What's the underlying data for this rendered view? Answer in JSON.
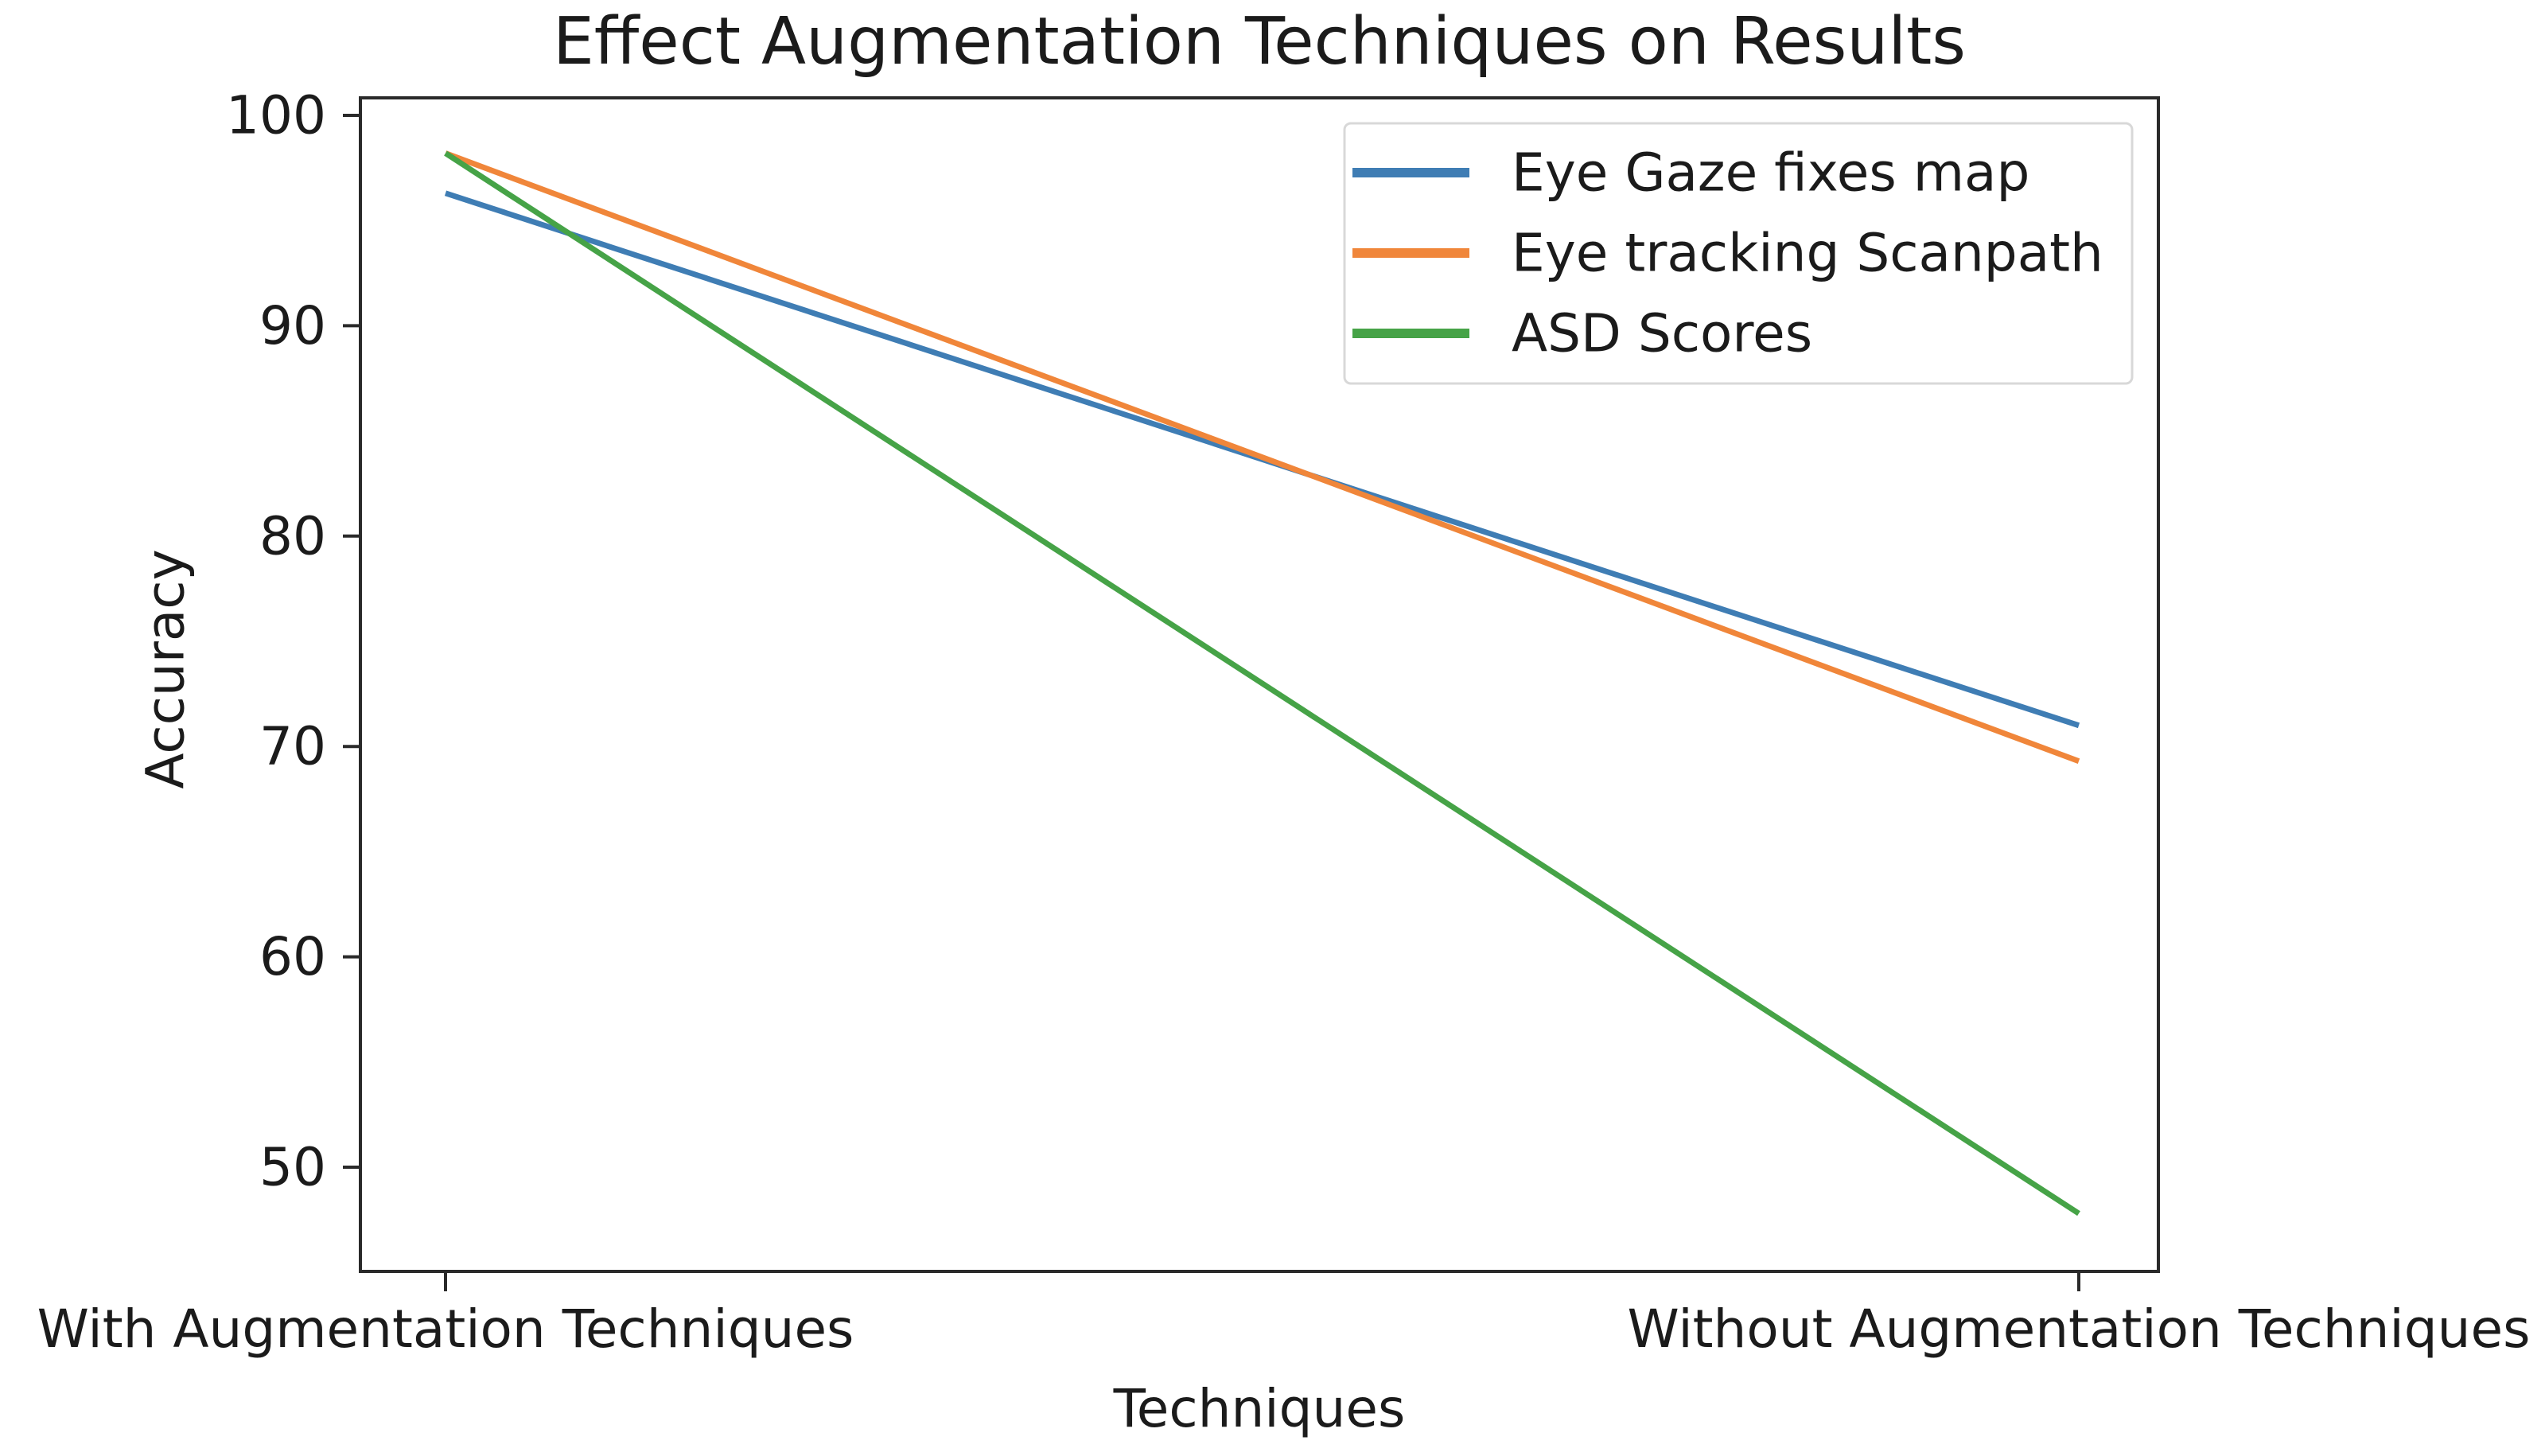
{
  "chart_data": {
    "type": "line",
    "title": "Effect Augmentation Techniques on Results",
    "xlabel": "Techniques",
    "ylabel": "Accuracy",
    "categories": [
      "With Augmentation Techniques",
      "Without Augmentation Techniques"
    ],
    "series": [
      {
        "name": "Eye Gaze fixes map",
        "values": [
          96.3,
          71.0
        ],
        "color": "#3f7db4"
      },
      {
        "name": "Eye tracking Scanpath",
        "values": [
          98.2,
          69.3
        ],
        "color": "#f0863a"
      },
      {
        "name": "ASD Scores",
        "values": [
          98.2,
          47.8
        ],
        "color": "#46a347"
      }
    ],
    "yticks": [
      50,
      60,
      70,
      80,
      90,
      100
    ],
    "ylim": [
      45.1,
      100.8
    ],
    "grid": false,
    "legend_position": "upper right",
    "colors": {
      "axis": "#2a2a2a",
      "text": "#1b1b1b",
      "legend_border": "#d8d8d8",
      "background": "#ffffff"
    }
  }
}
